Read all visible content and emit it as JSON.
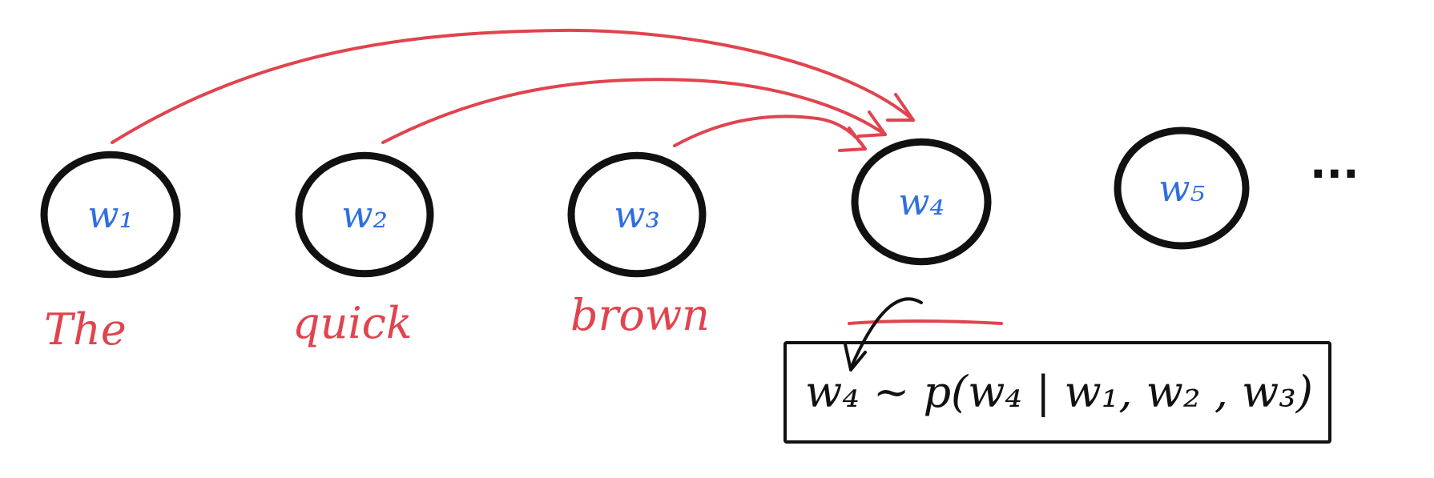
{
  "colors": {
    "node_stroke": "#111111",
    "node_label": "#2f6fe0",
    "word_label": "#e0444e",
    "arrow": "#e0444e",
    "formula": "#111111"
  },
  "nodes": [
    {
      "label": "w₁",
      "word": "The"
    },
    {
      "label": "w₂",
      "word": "quick"
    },
    {
      "label": "w₃",
      "word": "brown"
    },
    {
      "label": "w₄",
      "word": ""
    },
    {
      "label": "w₅",
      "word": ""
    }
  ],
  "ellipsis": "...",
  "formula": "w₄ ~ p(w₄ | w₁, w₂ , w₃)",
  "icons": [
    "node-circle-shape",
    "dependency-arrow",
    "highlight-underline"
  ]
}
